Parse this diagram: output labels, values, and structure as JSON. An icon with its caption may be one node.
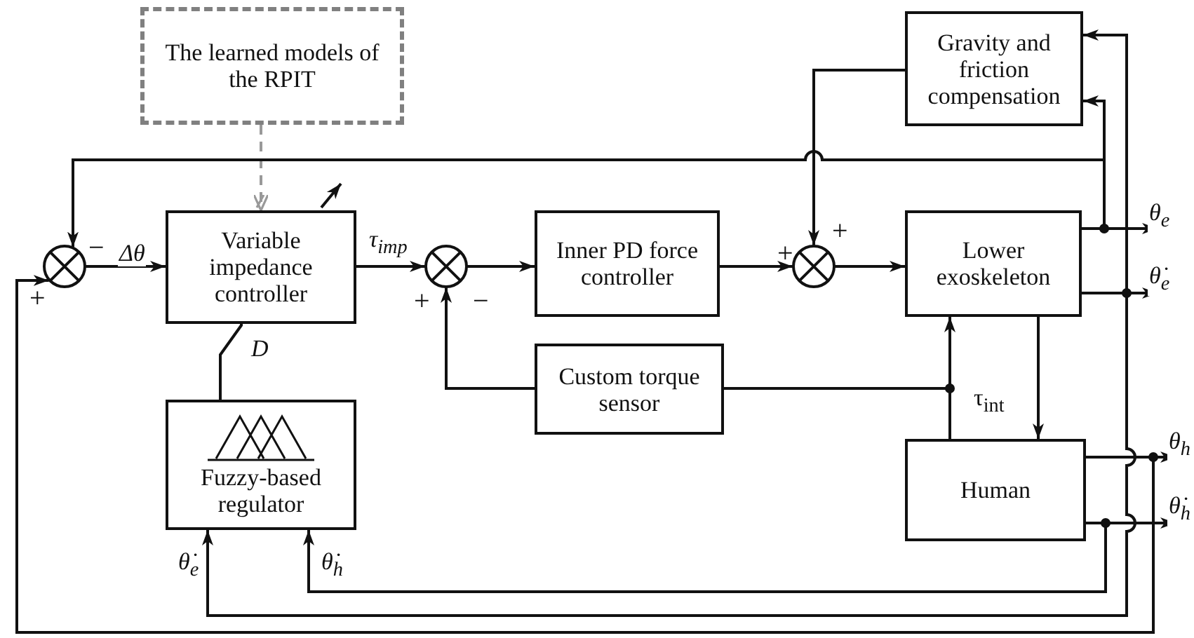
{
  "diagram": {
    "nodes": [
      {
        "text": [
          "The learned models of the RPIT"
        ]
      },
      {
        "text": [],
        "shape": "circle"
      },
      {
        "text": [
          "Variable impedance controller"
        ]
      },
      {
        "text": [],
        "shape": "circle"
      },
      {
        "text": [
          "Inner PD force controller"
        ]
      },
      {
        "text": [],
        "shape": "circle"
      },
      {
        "text": [
          "Lower exoskeleton"
        ]
      },
      {
        "text": [
          "Gravity and friction compensation"
        ]
      },
      {
        "text": [
          "Custom torque sensor"
        ]
      },
      {
        "text": [
          "Human"
        ]
      },
      {
        "text": [
          "Fuzzy-based regulator"
        ]
      }
    ],
    "edges": [
      {
        "from": 0,
        "to": 2,
        "arrow": "to",
        "style": "dashed",
        "color": "#999999"
      },
      {
        "from": 1,
        "to": 2,
        "arrow": "to",
        "label": "Δθ"
      },
      {
        "from": 2,
        "to": 3,
        "arrow": "to",
        "label": "τ$_{imp}$"
      },
      {
        "from": 3,
        "to": 4,
        "arrow": "to"
      },
      {
        "from": 4,
        "to": 5,
        "arrow": "to"
      },
      {
        "from": 5,
        "to": 6,
        "arrow": "to"
      },
      {
        "from": 7,
        "to": 5,
        "arrow": "to"
      },
      {
        "from": 6,
        "to": null,
        "arrow": "to",
        "label": "θ$_{e}$"
      },
      {
        "from": 6,
        "to": null,
        "arrow": "to",
        "label": "θ̇$_{e}$"
      },
      {
        "from": 6,
        "to": 7,
        "arrow": "to"
      },
      {
        "from": 6,
        "to": 7,
        "arrow": "to"
      },
      {
        "from": 6,
        "to": 1,
        "arrow": "to"
      },
      {
        "from": 6,
        "to": 10,
        "arrow": "to",
        "label": "θ̇$_{e}$"
      },
      {
        "from": 6,
        "to": 9,
        "arrow": "to"
      },
      {
        "from": 9,
        "to": 6,
        "arrow": "to"
      },
      {
        "from": 9,
        "to": 8,
        "arrow": "none"
      },
      {
        "from": 8,
        "to": 3,
        "arrow": "to"
      },
      {
        "from": 9,
        "to": null,
        "arrow": "to",
        "label": "θ$_{h}$"
      },
      {
        "from": 9,
        "to": null,
        "arrow": "to",
        "label": "θ̇$_{h}$"
      },
      {
        "from": 9,
        "to": 1,
        "arrow": "to"
      },
      {
        "from": 9,
        "to": 10,
        "arrow": "to",
        "label": "θ̇$_{h}$"
      },
      {
        "from": 10,
        "to": 2,
        "arrow": "none",
        "label": "D"
      }
    ],
    "labels": [
      "−",
      "+",
      "+",
      "−",
      "+",
      "+",
      "τ$_{int}$"
    ]
  }
}
